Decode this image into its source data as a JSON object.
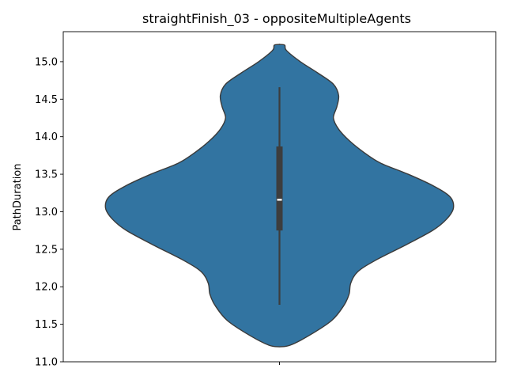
{
  "chart_data": {
    "type": "violin",
    "title": "straightFinish_03 - oppositeMultipleAgents",
    "xlabel": "",
    "ylabel": "PathDuration",
    "ylim": [
      11.0,
      15.4
    ],
    "yticks": [
      "11.0",
      "11.5",
      "12.0",
      "12.5",
      "13.0",
      "13.5",
      "14.0",
      "14.5",
      "15.0"
    ],
    "grid": false,
    "violin": {
      "color": "#3274a1",
      "edge_color": "#3a3a3a",
      "min": 11.2,
      "max": 15.23,
      "whisker_low": 11.76,
      "q1": 12.75,
      "median": 13.16,
      "q3": 13.87,
      "whisker_high": 14.66,
      "density_profile": [
        [
          11.2,
          0.0
        ],
        [
          11.22,
          0.06
        ],
        [
          11.35,
          0.17
        ],
        [
          11.55,
          0.3
        ],
        [
          11.75,
          0.37
        ],
        [
          11.9,
          0.4
        ],
        [
          12.05,
          0.41
        ],
        [
          12.2,
          0.45
        ],
        [
          12.35,
          0.55
        ],
        [
          12.55,
          0.72
        ],
        [
          12.75,
          0.88
        ],
        [
          12.9,
          0.96
        ],
        [
          13.05,
          1.0
        ],
        [
          13.2,
          0.98
        ],
        [
          13.35,
          0.88
        ],
        [
          13.5,
          0.74
        ],
        [
          13.65,
          0.58
        ],
        [
          13.8,
          0.48
        ],
        [
          13.95,
          0.4
        ],
        [
          14.1,
          0.34
        ],
        [
          14.25,
          0.31
        ],
        [
          14.4,
          0.33
        ],
        [
          14.55,
          0.34
        ],
        [
          14.7,
          0.31
        ],
        [
          14.85,
          0.22
        ],
        [
          15.0,
          0.12
        ],
        [
          15.15,
          0.04
        ],
        [
          15.22,
          0.03
        ],
        [
          15.23,
          0.0
        ]
      ]
    }
  }
}
